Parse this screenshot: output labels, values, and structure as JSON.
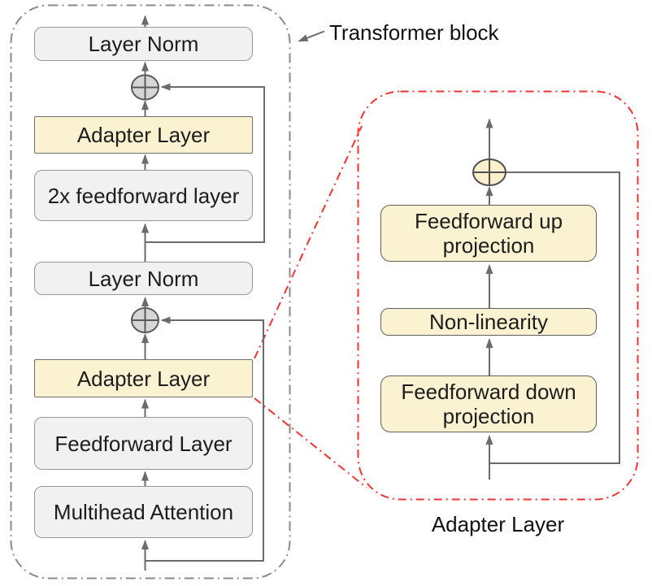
{
  "annotations": {
    "transformer_block_label": "Transformer block",
    "adapter_caption": "Adapter Layer"
  },
  "transformer_stack": {
    "layer_norm_top": "Layer Norm",
    "adapter_top": "Adapter Layer",
    "feedforward_2x": "2x feedforward layer",
    "layer_norm_mid": "Layer Norm",
    "adapter_bottom": "Adapter Layer",
    "feedforward": "Feedforward Layer",
    "multihead_attention": "Multihead Attention"
  },
  "adapter_stack": {
    "up_projection": "Feedforward up projection",
    "non_linearity": "Non-linearity",
    "down_projection": "Feedforward down projection"
  },
  "icons": {
    "add_operator": "plus-circle"
  },
  "colors": {
    "adapter_fill": "#FBF2D2",
    "gray_block_fill": "#F1F1F1",
    "connector_gray": "#6B6B6B",
    "container_dash_gray": "#8A8A8A",
    "zoom_red": "#F53232",
    "add_circle_gray_fill": "#D6D6D6",
    "add_circle_cream_fill": "#FBF0CB",
    "text": "#1D1D1D"
  }
}
